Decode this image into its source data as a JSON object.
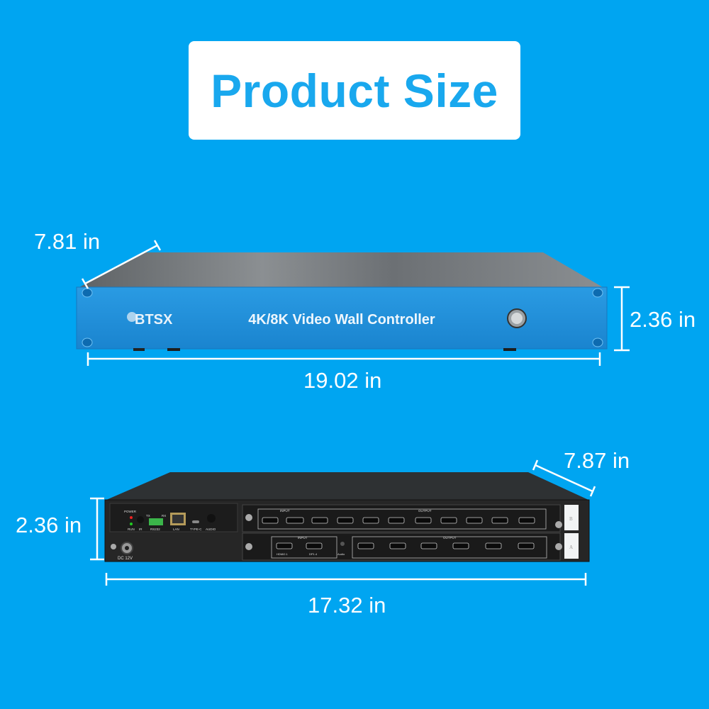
{
  "title": "Product Size",
  "front": {
    "brand": "BTSX",
    "model_text": "4K/8K Video Wall Controller",
    "depth": "7.81 in",
    "height": "2.36 in",
    "width": "19.02 in"
  },
  "back": {
    "depth": "7.87 in",
    "height": "2.36 in",
    "width": "17.32 in",
    "labels": {
      "power": "POWER",
      "run": "RUN",
      "ir": "IR",
      "tx": "TX",
      "rx": "RX",
      "rs232": "RS232",
      "lan": "LAN",
      "typec": "TYPE-C",
      "audio": "AUDIO",
      "dc": "DC 12V",
      "input": "INPUT",
      "output": "OUTPUT",
      "slot_b": "B",
      "slot_a": "A",
      "audio2": "Audio",
      "hdmi": "HDMI",
      "dp": "DP",
      "hdmi21": "HDMI2.1",
      "dp14": "DP1.4"
    }
  },
  "colors": {
    "background": "#00a5f1",
    "title_text": "#19a8ee",
    "front_panel": "#1d8fdc",
    "back_panel": "#262626"
  }
}
